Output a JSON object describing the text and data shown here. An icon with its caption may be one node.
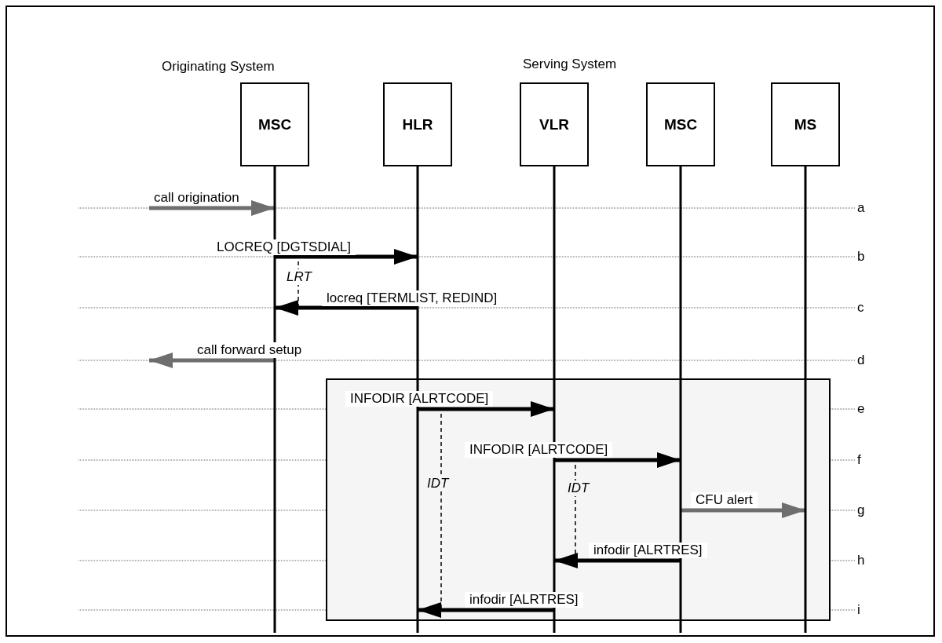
{
  "diagram": {
    "nodes": [
      {
        "text": [
          "MSC"
        ],
        "beside": [
          "Originating System"
        ]
      },
      {
        "text": [
          "HLR"
        ]
      },
      {
        "text": [
          "VLR"
        ],
        "beside": [
          "Serving System"
        ]
      },
      {
        "text": [
          "MSC"
        ]
      },
      {
        "text": [
          "MS"
        ]
      }
    ],
    "edges": [
      {
        "from": null,
        "to": 0,
        "arrow": "to",
        "label": "call origination",
        "color": "#6e6e6e"
      },
      {
        "from": 0,
        "to": 1,
        "arrow": "to",
        "label": "LOCREQ [DGTSDIAL]"
      },
      {
        "from": 1,
        "to": 0,
        "arrow": "to",
        "label": "locreq [TERMLIST, REDIND]"
      },
      {
        "from": 0,
        "to": null,
        "arrow": "to",
        "label": "call forward setup",
        "color": "#6e6e6e"
      },
      {
        "from": 1,
        "to": 2,
        "arrow": "to",
        "label": "INFODIR [ALRTCODE]"
      },
      {
        "from": 2,
        "to": 3,
        "arrow": "to",
        "label": "INFODIR [ALRTCODE]"
      },
      {
        "from": 3,
        "to": 4,
        "arrow": "to",
        "label": "CFU alert",
        "color": "#6e6e6e"
      },
      {
        "from": 3,
        "to": 2,
        "arrow": "to",
        "label": "infodir [ALRTRES]"
      },
      {
        "from": 2,
        "to": 1,
        "arrow": "to",
        "label": "infodir [ALRTRES]"
      }
    ],
    "labels": [
      "a",
      "b",
      "c",
      "d",
      "e",
      "f",
      "g",
      "h",
      "i",
      "LRT",
      "IDT",
      "IDT"
    ]
  }
}
